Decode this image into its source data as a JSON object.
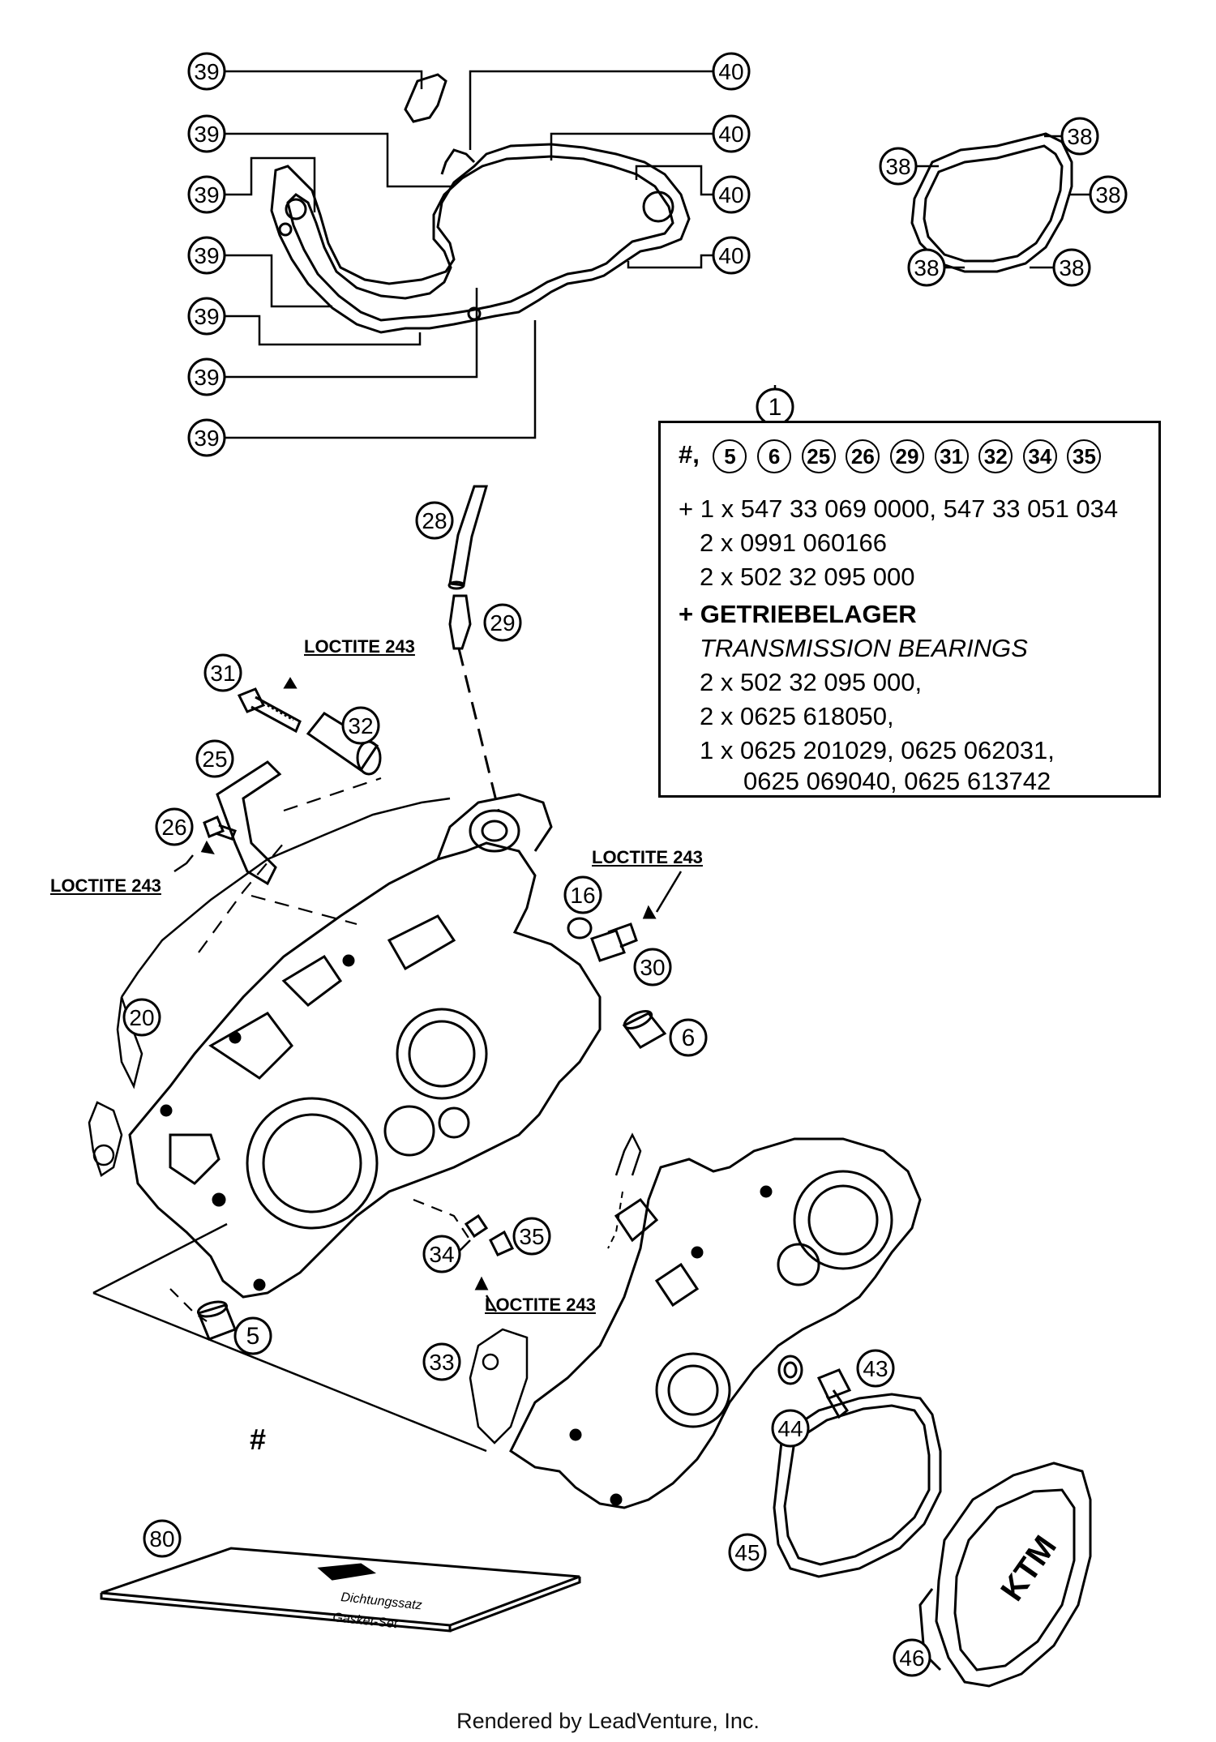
{
  "kit": {
    "callout": "1",
    "hash": "#,",
    "parts": [
      "5",
      "6",
      "25",
      "26",
      "29",
      "31",
      "32",
      "34",
      "35"
    ],
    "line1_prefix": "+",
    "line1": "1 x 547 33 069 0000, 547 33 051 034",
    "line2": "2 x 0991 060166",
    "line3": "2 x 502 32 095 000",
    "heading": "+ GETRIEBELAGER",
    "heading_en": "TRANSMISSION BEARINGS",
    "line4": "2 x 502 32 095 000,",
    "line5": "2 x 0625 618050,",
    "line6": "1 x 0625 201029, 0625 062031,",
    "line7": "0625 069040, 0625 613742"
  },
  "loctite": {
    "top": "LOCTITE 243",
    "left": "LOCTITE 243",
    "right": "LOCTITE 243",
    "bottom": "LOCTITE 243"
  },
  "hash_label": "#",
  "callouts": {
    "c39": "39",
    "c40": "40",
    "c38": "38",
    "c28": "28",
    "c29": "29",
    "c31": "31",
    "c32": "32",
    "c25": "25",
    "c26": "26",
    "c16": "16",
    "c30": "30",
    "c20": "20",
    "c6": "6",
    "c34": "34",
    "c35": "35",
    "c5": "5",
    "c33": "33",
    "c43": "43",
    "c44": "44",
    "c45": "45",
    "c80": "80",
    "c46": "46"
  },
  "manual": {
    "line1": "Dichtungssatz",
    "line2": "Gasket-Set"
  },
  "footer": "Rendered by LeadVenture, Inc."
}
